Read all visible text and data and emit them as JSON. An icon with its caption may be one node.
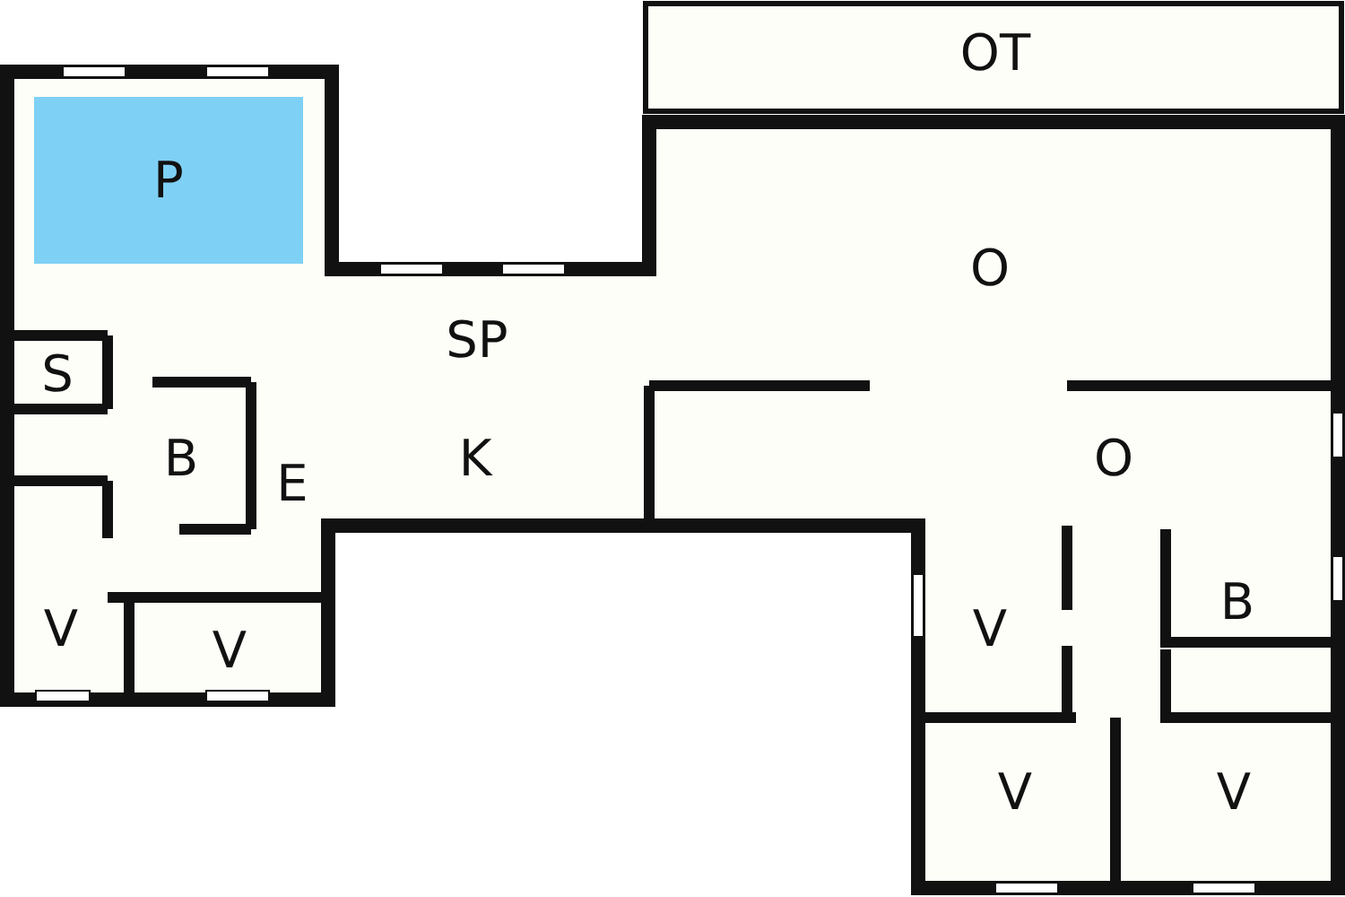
{
  "diagram": {
    "nodes": [
      {
        "text": [
          "OT"
        ]
      },
      {
        "text": [
          "P"
        ]
      },
      {
        "text": [
          "O"
        ]
      },
      {
        "text": [
          "SP"
        ]
      },
      {
        "text": [
          "S"
        ]
      },
      {
        "text": [
          "B"
        ]
      },
      {
        "text": [
          "E"
        ]
      },
      {
        "text": [
          "K"
        ]
      },
      {
        "text": [
          "O"
        ]
      },
      {
        "text": [
          "B"
        ]
      },
      {
        "text": [
          "V"
        ]
      },
      {
        "text": [
          "V"
        ]
      },
      {
        "text": [
          "V"
        ]
      },
      {
        "text": [
          "V"
        ]
      },
      {
        "text": [
          "V"
        ]
      }
    ]
  }
}
